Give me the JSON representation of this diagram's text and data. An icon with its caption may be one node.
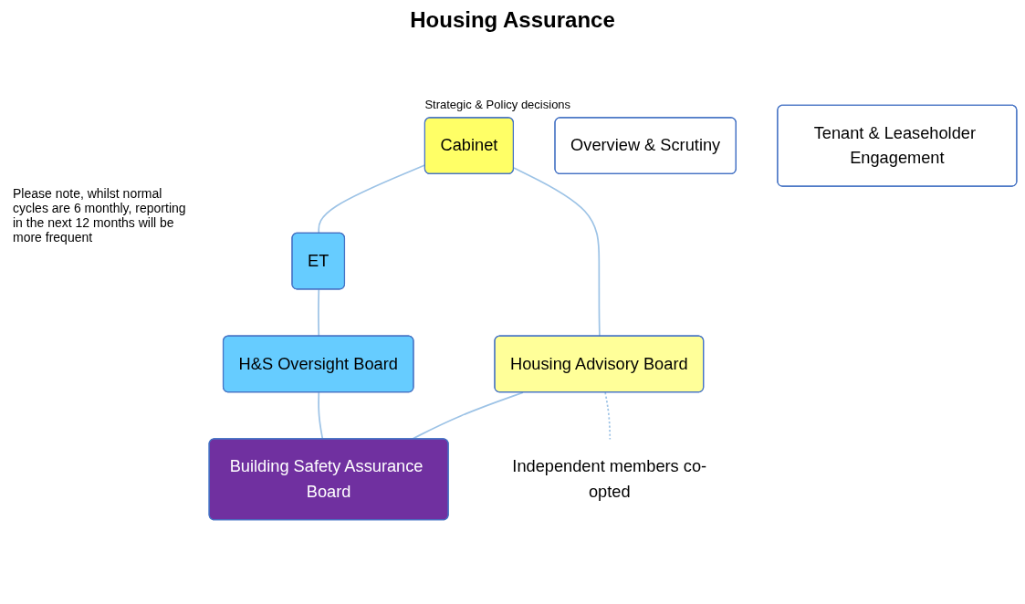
{
  "diagram": {
    "title": "Housing Assurance",
    "nodes": [
      {
        "text": [
          "Cabinet"
        ],
        "beside": [
          "Strategic & Policy decisions"
        ]
      },
      {
        "text": [
          "ET"
        ]
      },
      {
        "text": [
          "Housing Advisory Board"
        ]
      },
      {
        "text": [
          "Independent members co-opted"
        ]
      },
      {
        "text": [
          "H&S Oversight Board"
        ]
      },
      {
        "text": [
          "Building Safety Assurance Board"
        ]
      },
      {
        "text": [
          "Overview & Scrutiny"
        ]
      },
      {
        "text": [
          "Tenant & Leaseholder Engagement"
        ]
      }
    ],
    "edges": [
      {
        "from": 0,
        "to": 1,
        "arrow": "none"
      },
      {
        "from": 1,
        "to": 4,
        "arrow": "none"
      },
      {
        "from": 4,
        "to": 5,
        "arrow": "none"
      },
      {
        "from": 0,
        "to": 2,
        "arrow": "none"
      },
      {
        "from": 2,
        "to": 5,
        "arrow": "none"
      },
      {
        "from": 2,
        "to": 3,
        "arrow": "none",
        "style": "dashed",
        "color": "#9dc3e6"
      }
    ],
    "labels": [
      "Please note, whilst normal cycles are 6 monthly, reporting in the next 12 months will be more frequent"
    ]
  }
}
